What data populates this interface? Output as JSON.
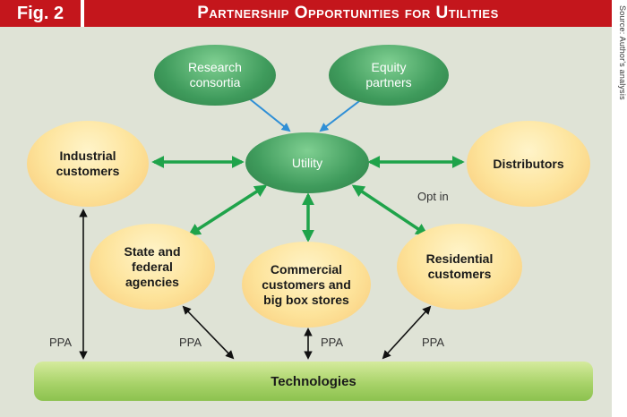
{
  "figure": {
    "label": "Fig. 2",
    "title": "Partnership Opportunities for Utilities",
    "source": "Source: Author's analysis"
  },
  "nodes": {
    "research": "Research\nconsortia",
    "equity": "Equity\npartners",
    "utility": "Utility",
    "industrial": "Industrial\ncustomers",
    "distributors": "Distributors",
    "state": "State and\nfederal\nagencies",
    "commercial": "Commercial\ncustomers and\nbig box stores",
    "residential": "Residential\ncustomers",
    "technologies": "Technologies"
  },
  "labels": {
    "opt_in": "Opt in",
    "ppa": "PPA"
  },
  "colors": {
    "header_red": "#c4161c",
    "panel_bg": "#dfe3d6",
    "green_arrow": "#1fa34a",
    "blue_arrow": "#2f8fd6",
    "black_arrow": "#111111"
  }
}
